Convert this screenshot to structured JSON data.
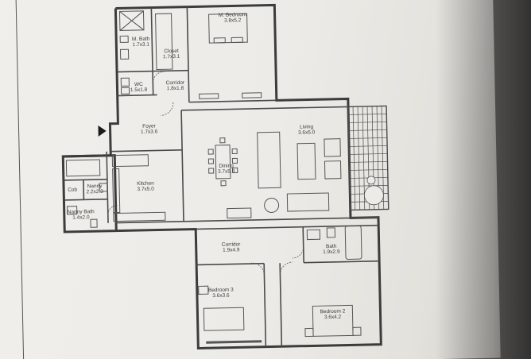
{
  "rooms": {
    "master_bedroom": {
      "name": "M. Bedroom",
      "size": "3.8x5.2"
    },
    "master_bath": {
      "name": "M. Bath",
      "size": "1.7x3.1"
    },
    "closet": {
      "name": "Closet",
      "size": "1.7x3.1"
    },
    "wc": {
      "name": "WC",
      "size": "1.5x1.8"
    },
    "corridor_top": {
      "name": "Corridor",
      "size": "1.8x1.8"
    },
    "foyer": {
      "name": "Foyer",
      "size": "1.7x3.6"
    },
    "living": {
      "name": "Living",
      "size": "3.6x5.0"
    },
    "dining": {
      "name": "Dining",
      "size": "3.7x5.0"
    },
    "kitchen": {
      "name": "Kitchen",
      "size": "3.7x5.0"
    },
    "nanny": {
      "name": "Nanny",
      "size": "2.2x2.3"
    },
    "nanny_bath": {
      "name": "Nanny Bath",
      "size": "1.4x2.0"
    },
    "cob": {
      "name": "Cob"
    },
    "corridor_bottom": {
      "name": "Corridor",
      "size": "1.9x4.9"
    },
    "bath": {
      "name": "Bath",
      "size": "1.9x2.9"
    },
    "bedroom3": {
      "name": "Bedroom 3",
      "size": "3.6x3.6"
    },
    "bedroom2": {
      "name": "Bedroom 2",
      "size": "3.6x4.2"
    }
  }
}
